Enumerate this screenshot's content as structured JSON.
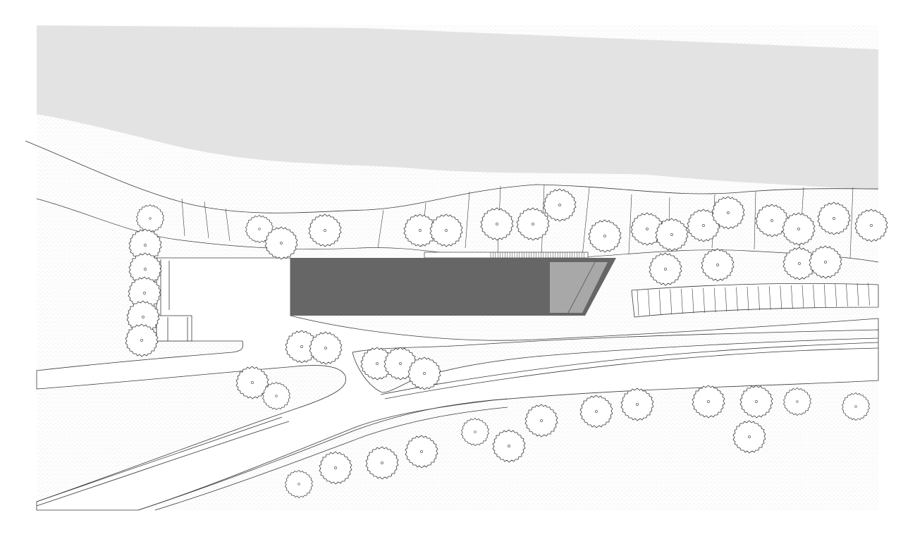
{
  "drawing": {
    "kind": "architectural site plan",
    "labels": [],
    "colors": {
      "background": "#ffffff",
      "water": "#e3e3e3",
      "ground_stipple": "#c9c9c9",
      "line": "#3a3a3a",
      "building_roof": "#666666",
      "building_accent": "#a8a8a8",
      "paved": "#ffffff"
    },
    "tree_count": 52,
    "parking_stall_count": 22,
    "icons": [
      "tree-symbol-icon"
    ]
  }
}
